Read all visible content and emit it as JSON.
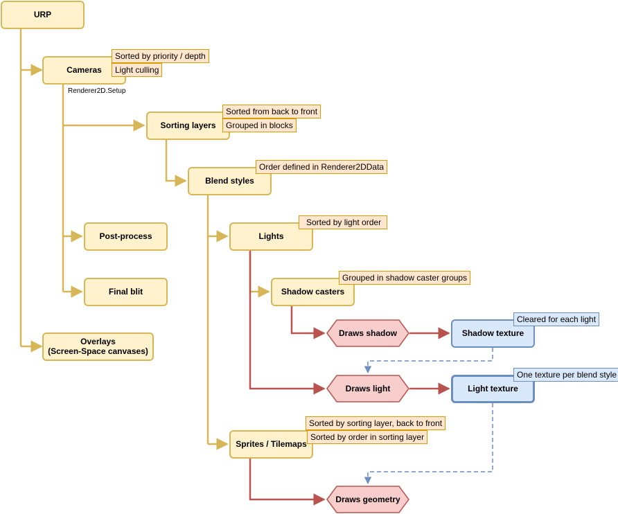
{
  "nodes": {
    "urp": "URP",
    "cameras": "Cameras",
    "sorting_layers": "Sorting layers",
    "blend_styles": "Blend styles",
    "post_process": "Post-process",
    "final_blit": "Final blit",
    "overlays_line1": "Overlays",
    "overlays_line2": "(Screen-Space canvases)",
    "lights": "Lights",
    "shadow_casters": "Shadow casters",
    "draws_shadow": "Draws shadow",
    "shadow_texture": "Shadow texture",
    "draws_light": "Draws light",
    "light_texture": "Light texture",
    "sprites_tilemaps": "Sprites / Tilemaps",
    "draws_geometry": "Draws geometry"
  },
  "labels": {
    "renderer_setup": "Renderer2D.Setup"
  },
  "notes": {
    "cameras_1": "Sorted by priority / depth",
    "cameras_2": "Light culling",
    "sorting_1": "Sorted from back to front",
    "sorting_2": "Grouped in blocks",
    "blend_1": "Order defined in Renderer2DData",
    "lights_1": "Sorted by light order",
    "shadow_casters_1": "Grouped in shadow caster groups",
    "shadow_texture_1": "Cleared for each light",
    "light_texture_1": "One texture per blend style",
    "sprites_1": "Sorted by sorting layer, back to front",
    "sprites_2": "Sorted by order in sorting layer"
  },
  "colors": {
    "yellow_fill": "#fff2cc",
    "yellow_stroke": "#d6b656",
    "note_fill": "#ffe6cc",
    "note_stroke": "#d79b00",
    "red_fill": "#f8cecc",
    "red_stroke": "#b85450",
    "blue_fill": "#dae8fc",
    "blue_stroke": "#6c8ebf"
  }
}
